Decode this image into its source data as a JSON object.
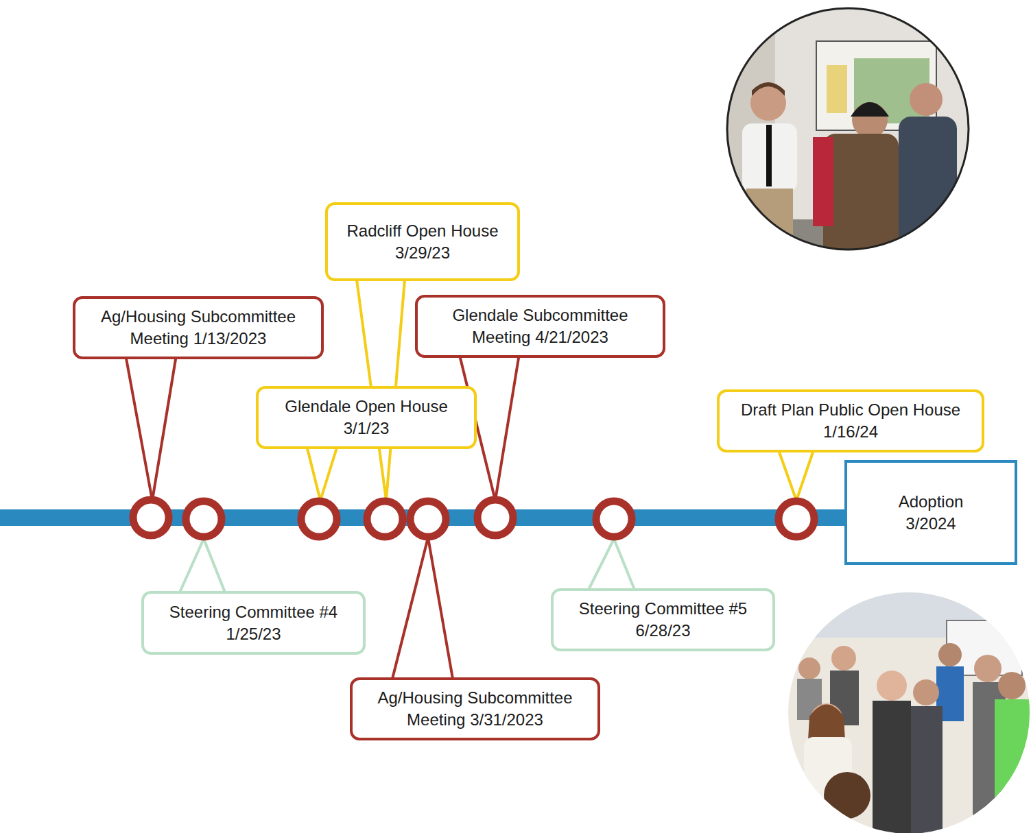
{
  "diagram": {
    "nodes": [
      {
        "text": [
          "Ag/Housing Subcommittee Meeting 1/13/2023"
        ]
      },
      {
        "text": [
          "Steering Committee #4 1/25/23"
        ]
      },
      {
        "text": [
          "Glendale Open House 3/1/23"
        ]
      },
      {
        "text": [
          "Radcliff Open House 3/29/23"
        ]
      },
      {
        "text": [
          "Ag/Housing Subcommittee Meeting 3/31/2023"
        ]
      },
      {
        "text": [
          "Glendale Subcommittee Meeting 4/21/2023"
        ]
      },
      {
        "text": [
          "Steering Committee #5 6/28/23"
        ]
      },
      {
        "text": [
          "Draft Plan Public Open House 1/16/24"
        ]
      },
      {
        "text": [
          "Adoption 3/2024"
        ]
      }
    ]
  }
}
